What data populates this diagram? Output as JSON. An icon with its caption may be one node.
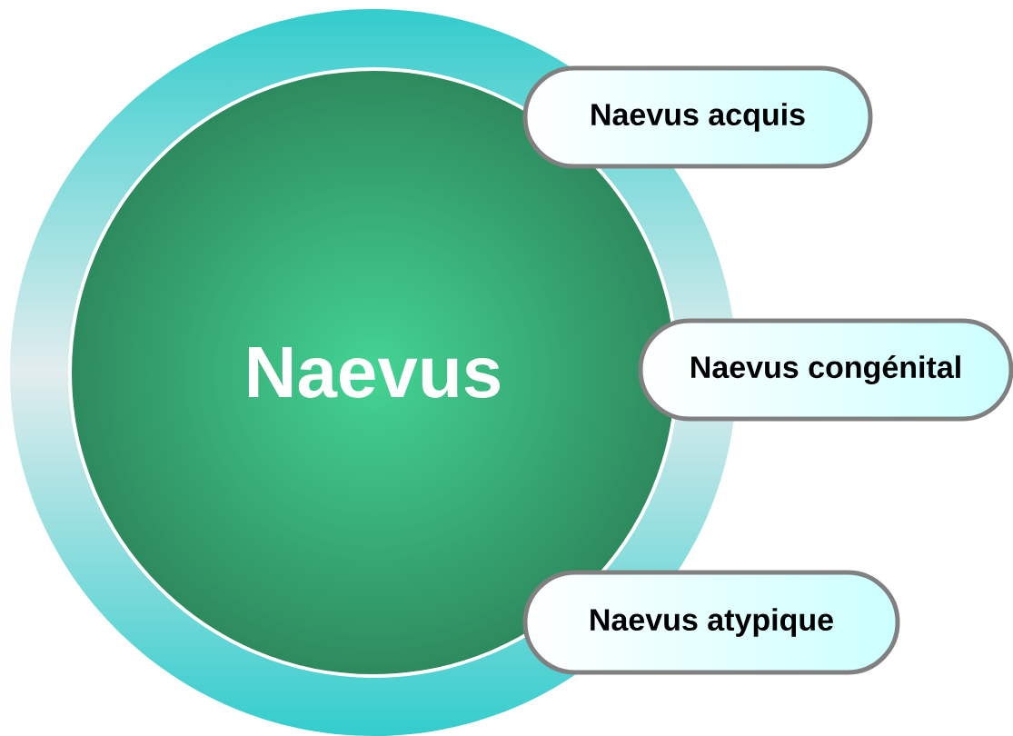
{
  "diagram": {
    "nodes": [
      {
        "text": [
          "Naevus"
        ]
      },
      {
        "text": [
          "Naevus acquis"
        ]
      },
      {
        "text": [
          "Naevus congénital"
        ]
      },
      {
        "text": [
          "Naevus atypique"
        ]
      }
    ]
  }
}
